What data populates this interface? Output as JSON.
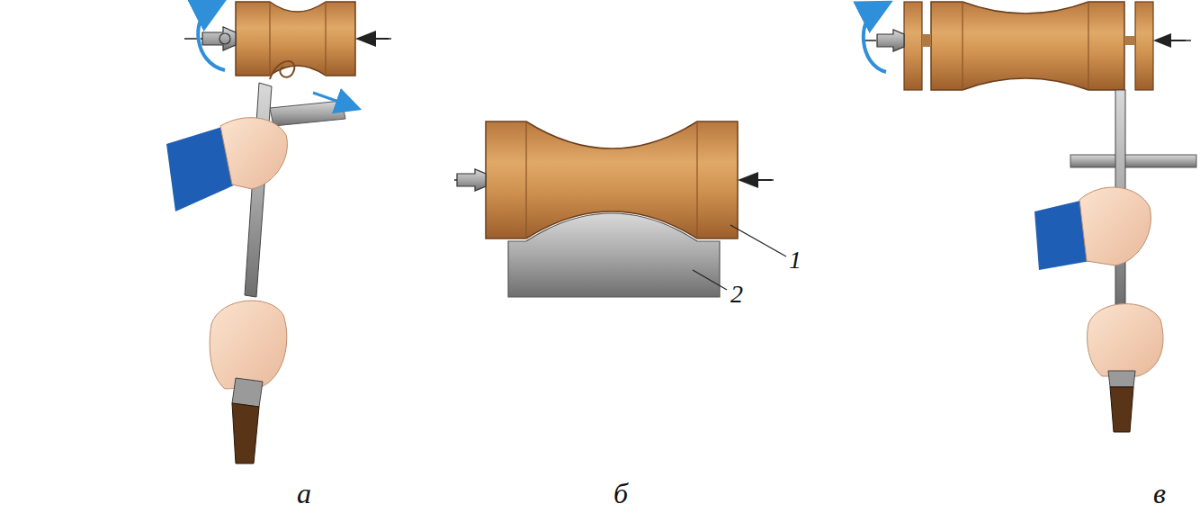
{
  "diagram": {
    "labels": [
      "а",
      "б",
      "в",
      "1",
      "2"
    ]
  }
}
